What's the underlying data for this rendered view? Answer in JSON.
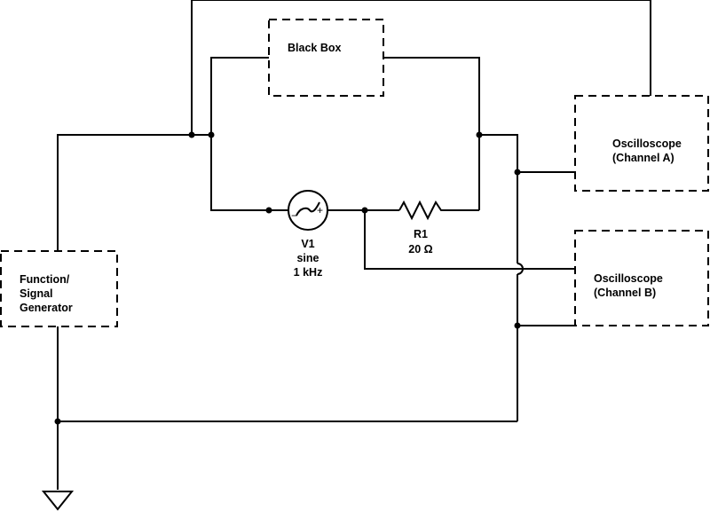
{
  "diagram": {
    "black_box": {
      "label": "Black Box"
    },
    "function_generator": {
      "line1": "Function/",
      "line2": "Signal",
      "line3": "Generator"
    },
    "scope_a": {
      "line1": "Oscilloscope",
      "line2": "(Channel A)"
    },
    "scope_b": {
      "line1": "Oscilloscope",
      "line2": "(Channel B)"
    },
    "v1": {
      "name": "V1",
      "type": "sine",
      "freq": "1 kHz",
      "minus_sign": "−",
      "plus_sign": "+"
    },
    "r1": {
      "name": "R1",
      "value": "20 Ω"
    }
  }
}
